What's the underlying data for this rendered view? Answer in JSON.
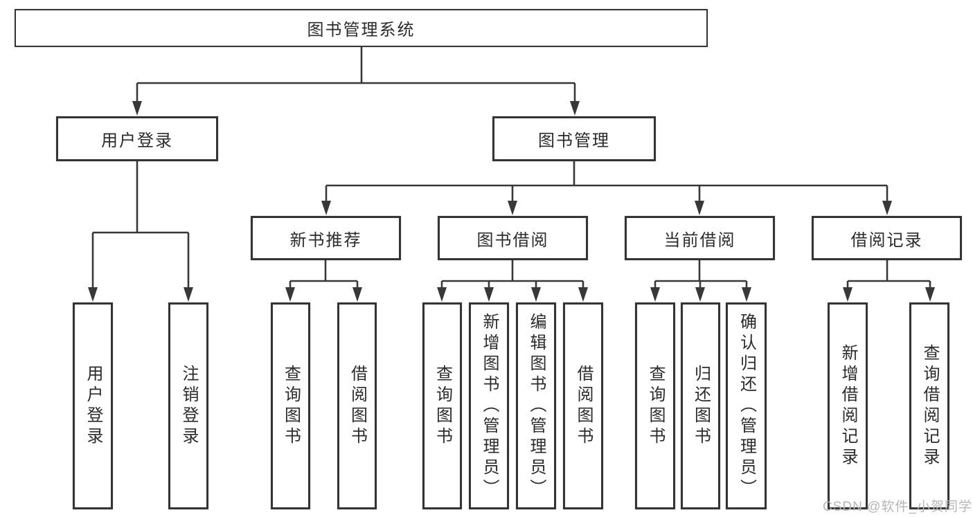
{
  "colors": {
    "line": "#383838",
    "box_border": "#343434",
    "text": "#2b2b2b",
    "background": "#ffffff",
    "watermark": "#b6b6b6"
  },
  "root": {
    "label": "图书管理系统"
  },
  "branches": {
    "user_login": {
      "label": "用户登录",
      "leaves": [
        "用户登录",
        "注销登录"
      ]
    },
    "book_mgmt": {
      "label": "图书管理"
    }
  },
  "modules": [
    {
      "label": "新书推荐",
      "leaves": [
        "查询图书",
        "借阅图书"
      ]
    },
    {
      "label": "图书借阅",
      "leaves": [
        "查询图书",
        "新增图书（管理员）",
        "编辑图书（管理员）",
        "借阅图书"
      ]
    },
    {
      "label": "当前借阅",
      "leaves": [
        "查询图书",
        "归还图书",
        "确认归还（管理员）"
      ]
    },
    {
      "label": "借阅记录",
      "leaves": [
        "新增借阅记录",
        "查询借阅记录"
      ]
    }
  ],
  "watermark": {
    "text": "CSDN @软件_小贺同学"
  }
}
